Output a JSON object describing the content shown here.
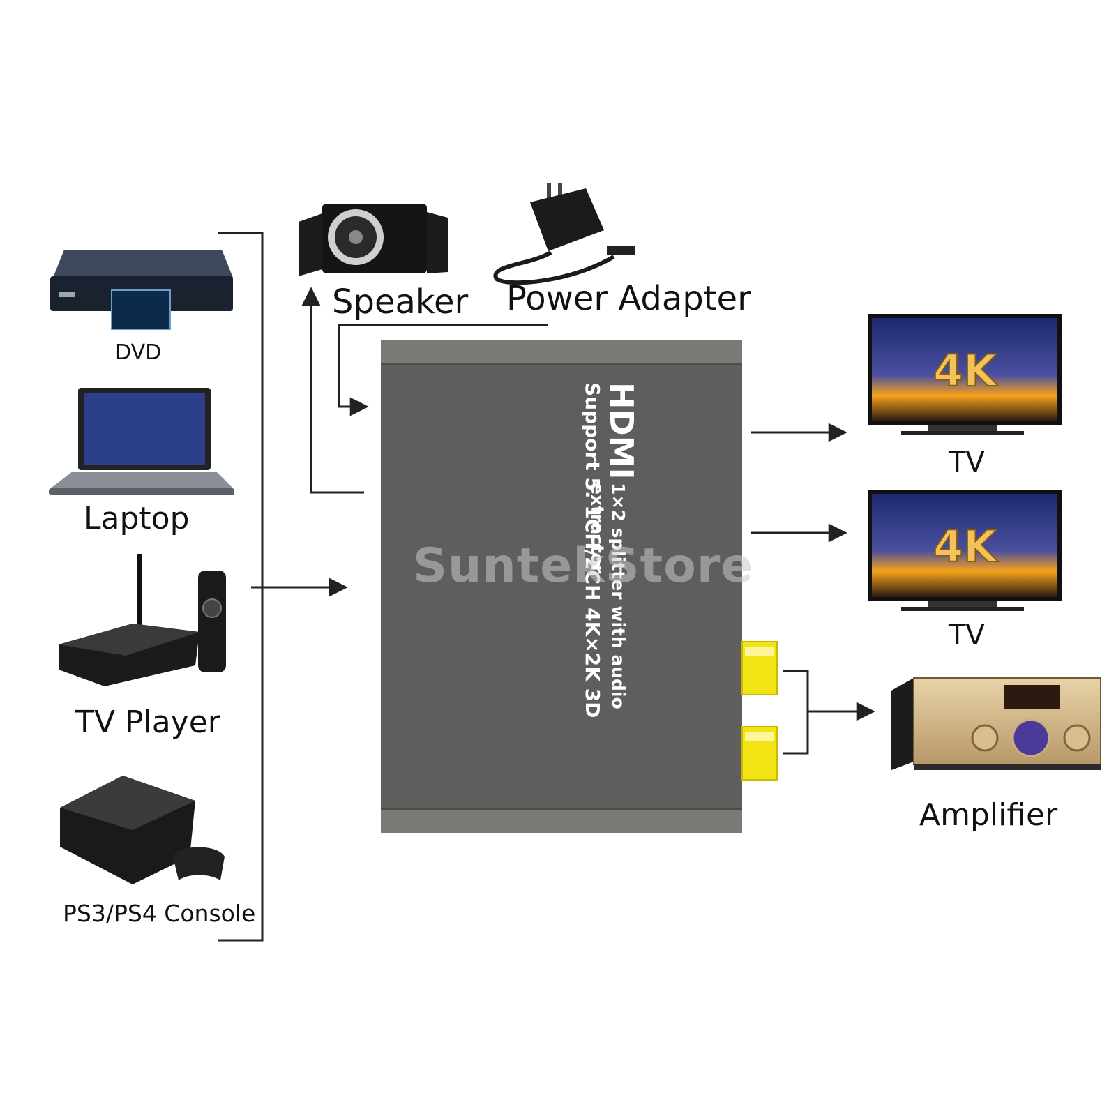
{
  "sources": {
    "dvd": "DVD",
    "laptop": "Laptop",
    "tv_player": "TV Player",
    "console": "PS3/PS4 Console"
  },
  "top": {
    "speaker": "Speaker",
    "power_adapter": "Power Adapter"
  },
  "device": {
    "title": "HDMI",
    "subtitle": "1×2 splitter with audio extractor",
    "support": "Support 5. 1CH/2CH 4K×2K 3D"
  },
  "outputs": {
    "tv1": "TV",
    "tv2": "TV",
    "tv_badge": "4K",
    "amplifier": "Amplifier"
  },
  "watermark": "SuntekStore",
  "colors": {
    "device_body": "#5f5e5c",
    "device_rail": "#7b7a77",
    "rca_yellow": "#f2e414",
    "line": "#222222",
    "tv_sky": "#2a3a8a",
    "tv_glow": "#f6a21a"
  }
}
